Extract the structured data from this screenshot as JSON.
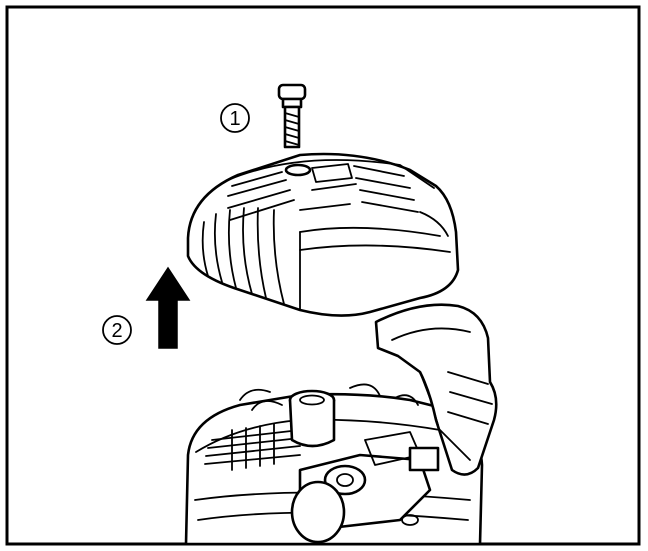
{
  "callouts": [
    {
      "label": "1",
      "meaning": "screw"
    },
    {
      "label": "2",
      "meaning": "lift cover"
    }
  ],
  "colors": {
    "ink": "#000000",
    "paper": "#ffffff",
    "arrow": "#000000"
  },
  "icons": {
    "step1": "screw-icon",
    "step2": "arrow-up-icon"
  }
}
